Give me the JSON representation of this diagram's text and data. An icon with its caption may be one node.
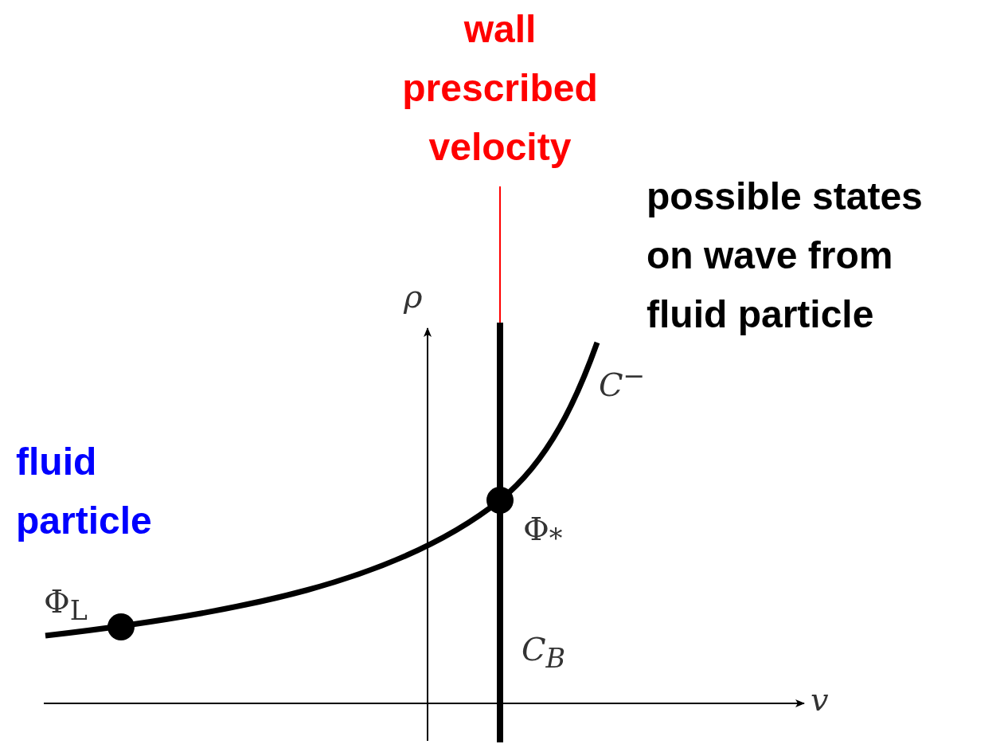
{
  "diagram": {
    "nodes": [
      {
        "text": [
          "wall prescribed velocity"
        ]
      },
      {
        "text": [
          "Φ$_{L}$"
        ]
      },
      {
        "text": [
          "Φ$_{*}$"
        ]
      },
      {
        "text": [],
        "shape": "bar"
      }
    ],
    "edges": [
      {
        "from": 0,
        "to": 3,
        "arrow": "none",
        "color": "#ff0000"
      }
    ],
    "labels": [
      "possible states on wave from fluid particle",
      "fluid particle",
      "ρ",
      "C$^{−}$",
      "C$_{B}$",
      "v"
    ]
  }
}
